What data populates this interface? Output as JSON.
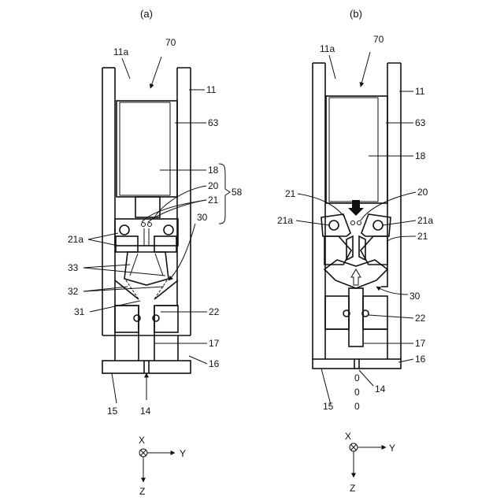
{
  "panels": [
    {
      "caption": "(a)",
      "labels": {
        "l11a": "11a",
        "l70": "70",
        "l11": "11",
        "l63": "63",
        "l18": "18",
        "l20": "20",
        "l21": "21",
        "l58": "58",
        "l30": "30",
        "l21a": "21a",
        "l33": "33",
        "l32": "32",
        "l31": "31",
        "l22": "22",
        "l17": "17",
        "l16": "16",
        "l15": "15",
        "l14": "14"
      },
      "axes": {
        "x": "X",
        "y": "Y",
        "z": "Z"
      }
    },
    {
      "caption": "(b)",
      "labels": {
        "l11a": "11a",
        "l70": "70",
        "l11": "11",
        "l63": "63",
        "l18": "18",
        "l21_left": "21",
        "l20": "20",
        "l21a_left": "21a",
        "l21a_right": "21a",
        "l21_right": "21",
        "l30": "30",
        "l22": "22",
        "l17": "17",
        "l16": "16",
        "l15": "15",
        "l14": "14",
        "drops": "0"
      },
      "axes": {
        "x": "X",
        "y": "Y",
        "z": "Z"
      }
    }
  ]
}
